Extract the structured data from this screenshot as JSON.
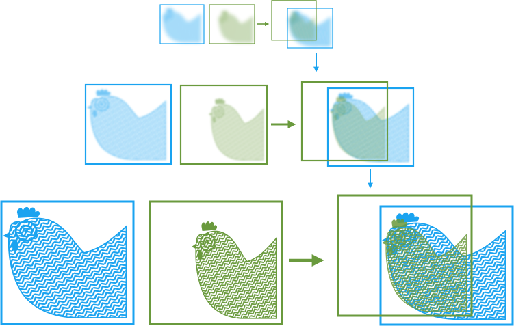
{
  "colors": {
    "blue": "#1aa3f0",
    "green": "#6a9a3d",
    "background": "#ffffff"
  },
  "diagram": {
    "levels": [
      {
        "level": "coarse",
        "blur": "heavy"
      },
      {
        "level": "medium",
        "blur": "moderate"
      },
      {
        "level": "fine",
        "blur": "none"
      }
    ],
    "panels_per_level": [
      "blue-image",
      "green-image",
      "overlay"
    ],
    "connectors": [
      "horizontal-arrow",
      "downward-arrow"
    ],
    "subject": "rooster-illustration"
  }
}
